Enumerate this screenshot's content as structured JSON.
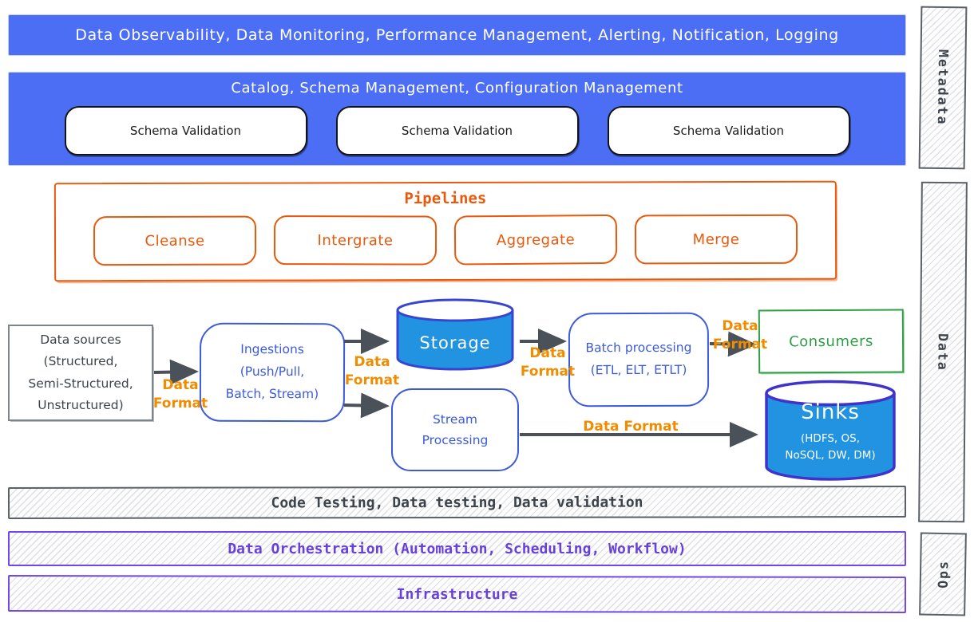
{
  "title_bars": {
    "observability": "Data Observability, Data Monitoring, Performance Management, Alerting, Notification, Logging",
    "catalog": "Catalog, Schema Management, Configuration Management",
    "schema_boxes": [
      "Schema Validation",
      "Schema Validation",
      "Schema Validation"
    ]
  },
  "pipelines": {
    "title": "Pipelines",
    "stages": [
      "Cleanse",
      "Intergrate",
      "Aggregate",
      "Merge"
    ]
  },
  "flow": {
    "data_sources": "Data sources\n(Structured,\nSemi-Structured,\nUnstructured)",
    "ingestions": "Ingestions\n(Push/Pull,\nBatch, Stream)",
    "storage": "Storage",
    "stream_processing": "Stream\nProcessing",
    "batch_processing": "Batch processing\n(ETL, ELT, ETLT)",
    "consumers": "Consumers",
    "sinks_title": "Sinks",
    "sinks_subtitle": "(HDFS, OS,\nNoSQL, DW, DM)",
    "format_labels": [
      "Data\nFormat",
      "Data\nFormat",
      "Data\nFormat",
      "Data\nFormat",
      "Data Format"
    ]
  },
  "bottom_bars": {
    "testing": "Code Testing, Data testing, Data validation",
    "orchestration": "Data Orchestration (Automation, Scheduling, Workflow)",
    "infrastructure": "Infrastructure"
  },
  "side_labels": {
    "metadata": "Metadata",
    "data": "Data",
    "ops": "Ops"
  },
  "colors": {
    "banner_blue": "#4c6ef5",
    "cylinder_blue": "#2193e0",
    "cylinder_border_blue": "#3845d1",
    "flow_blue": "#3b5bdb",
    "pipeline_orange": "#e8590c",
    "format_orange": "#f08c00",
    "consumer_green": "#2f9e44",
    "ops_purple": "#6741d9",
    "arrow_gray": "#4a5158"
  }
}
